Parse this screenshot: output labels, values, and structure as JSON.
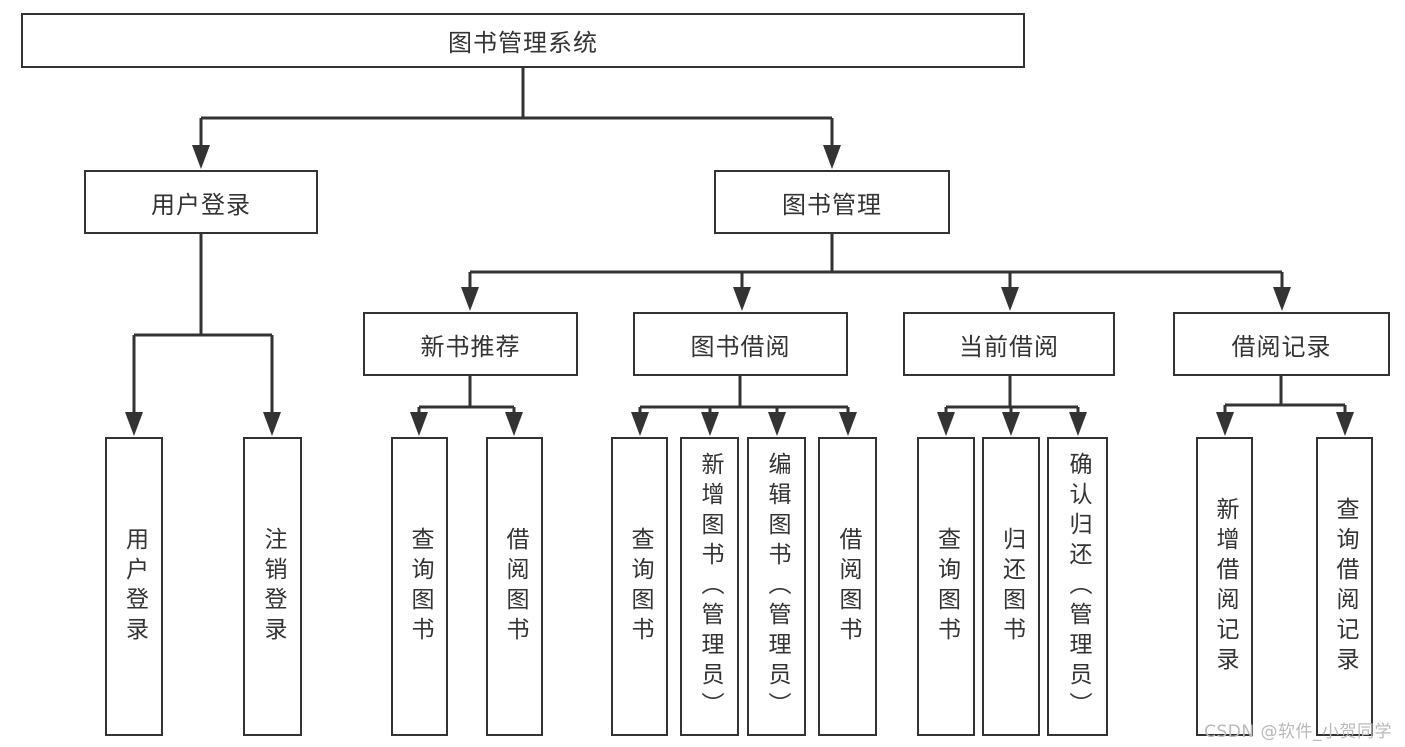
{
  "tree": {
    "root": {
      "label": "图书管理系统"
    },
    "children": [
      {
        "label": "用户登录",
        "children": [
          {
            "label": "用户登录"
          },
          {
            "label": "注销登录"
          }
        ]
      },
      {
        "label": "图书管理",
        "children": [
          {
            "label": "新书推荐",
            "children": [
              {
                "label": "查询图书"
              },
              {
                "label": "借阅图书"
              }
            ]
          },
          {
            "label": "图书借阅",
            "children": [
              {
                "label": "查询图书"
              },
              {
                "label": "新增图书（管理员）"
              },
              {
                "label": "编辑图书（管理员）"
              },
              {
                "label": "借阅图书"
              }
            ]
          },
          {
            "label": "当前借阅",
            "children": [
              {
                "label": "查询图书"
              },
              {
                "label": "归还图书"
              },
              {
                "label": "确认归还（管理员）"
              }
            ]
          },
          {
            "label": "借阅记录",
            "children": [
              {
                "label": "新增借阅记录"
              },
              {
                "label": "查询借阅记录"
              }
            ]
          }
        ]
      }
    ]
  },
  "watermark": {
    "text": "CSDN @软件_小贺同学",
    "color": "#b9b9b9"
  },
  "colors": {
    "line": "#333333",
    "box_border": "#333333",
    "text": "#333333",
    "background": "#ffffff"
  }
}
